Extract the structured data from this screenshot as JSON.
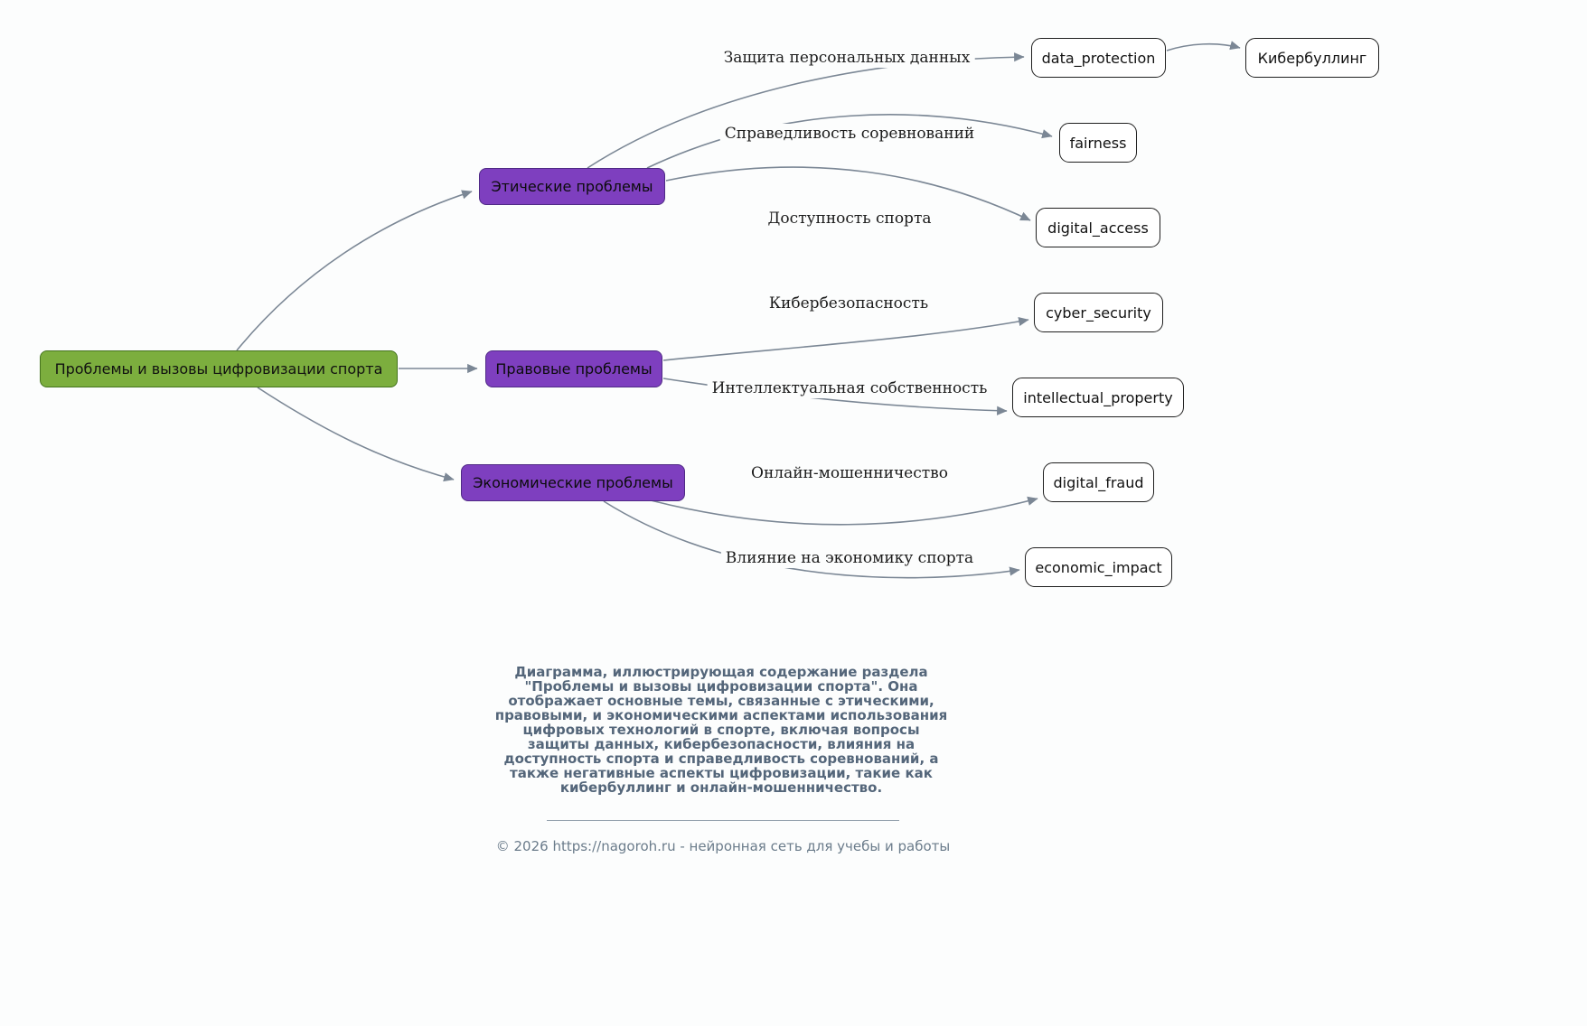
{
  "diagram": {
    "nodes": {
      "root": {
        "label": "Проблемы и вызовы цифровизации спорта"
      },
      "ethical": {
        "label": "Этические проблемы"
      },
      "legal": {
        "label": "Правовые проблемы"
      },
      "economic": {
        "label": "Экономические проблемы"
      },
      "data_protection": {
        "label": "data_protection"
      },
      "cyberbullying": {
        "label": "Кибербуллинг"
      },
      "fairness": {
        "label": "fairness"
      },
      "digital_access": {
        "label": "digital_access"
      },
      "cyber_security": {
        "label": "cyber_security"
      },
      "intellectual_property": {
        "label": "intellectual_property"
      },
      "digital_fraud": {
        "label": "digital_fraud"
      },
      "economic_impact": {
        "label": "economic_impact"
      }
    },
    "edges": [
      {
        "from": "root",
        "to": "ethical",
        "label": ""
      },
      {
        "from": "root",
        "to": "legal",
        "label": ""
      },
      {
        "from": "root",
        "to": "economic",
        "label": ""
      },
      {
        "from": "ethical",
        "to": "data_protection",
        "label": "Защита персональных данных"
      },
      {
        "from": "data_protection",
        "to": "cyberbullying",
        "label": ""
      },
      {
        "from": "ethical",
        "to": "fairness",
        "label": "Справедливость соревнований"
      },
      {
        "from": "ethical",
        "to": "digital_access",
        "label": "Доступность спорта"
      },
      {
        "from": "legal",
        "to": "cyber_security",
        "label": "Кибербезопасность"
      },
      {
        "from": "legal",
        "to": "intellectual_property",
        "label": "Интеллектуальная собственность"
      },
      {
        "from": "economic",
        "to": "digital_fraud",
        "label": "Онлайн-мошенничество"
      },
      {
        "from": "economic",
        "to": "economic_impact",
        "label": "Влияние на экономику спорта"
      }
    ]
  },
  "caption": {
    "text": "Диаграмма, иллюстрирующая содержание раздела \"Проблемы и вызовы цифровизации спорта\". Она отображает основные темы, связанные с этическими, правовыми, и экономическими аспектами использования цифровых технологий в спорте, включая вопросы защиты данных, кибербезопасности, влияния на доступность спорта и справедливость соревнований, а также негативные аспекты цифровизации, такие как кибербуллинг и онлайн-мошенничество."
  },
  "footer": {
    "text": "© 2026 https://nagoroh.ru - нейронная сеть для учебы и работы"
  },
  "colors": {
    "root_fill": "#7cae3e",
    "root_border": "#44731d",
    "category_fill": "#7e3fbf",
    "category_border": "#4f2a85",
    "leaf_fill": "#ffffff",
    "leaf_border": "#1f1f1f",
    "edge": "#7b8795",
    "caption_text": "#54667a",
    "footer_text": "#6b7c8b"
  }
}
